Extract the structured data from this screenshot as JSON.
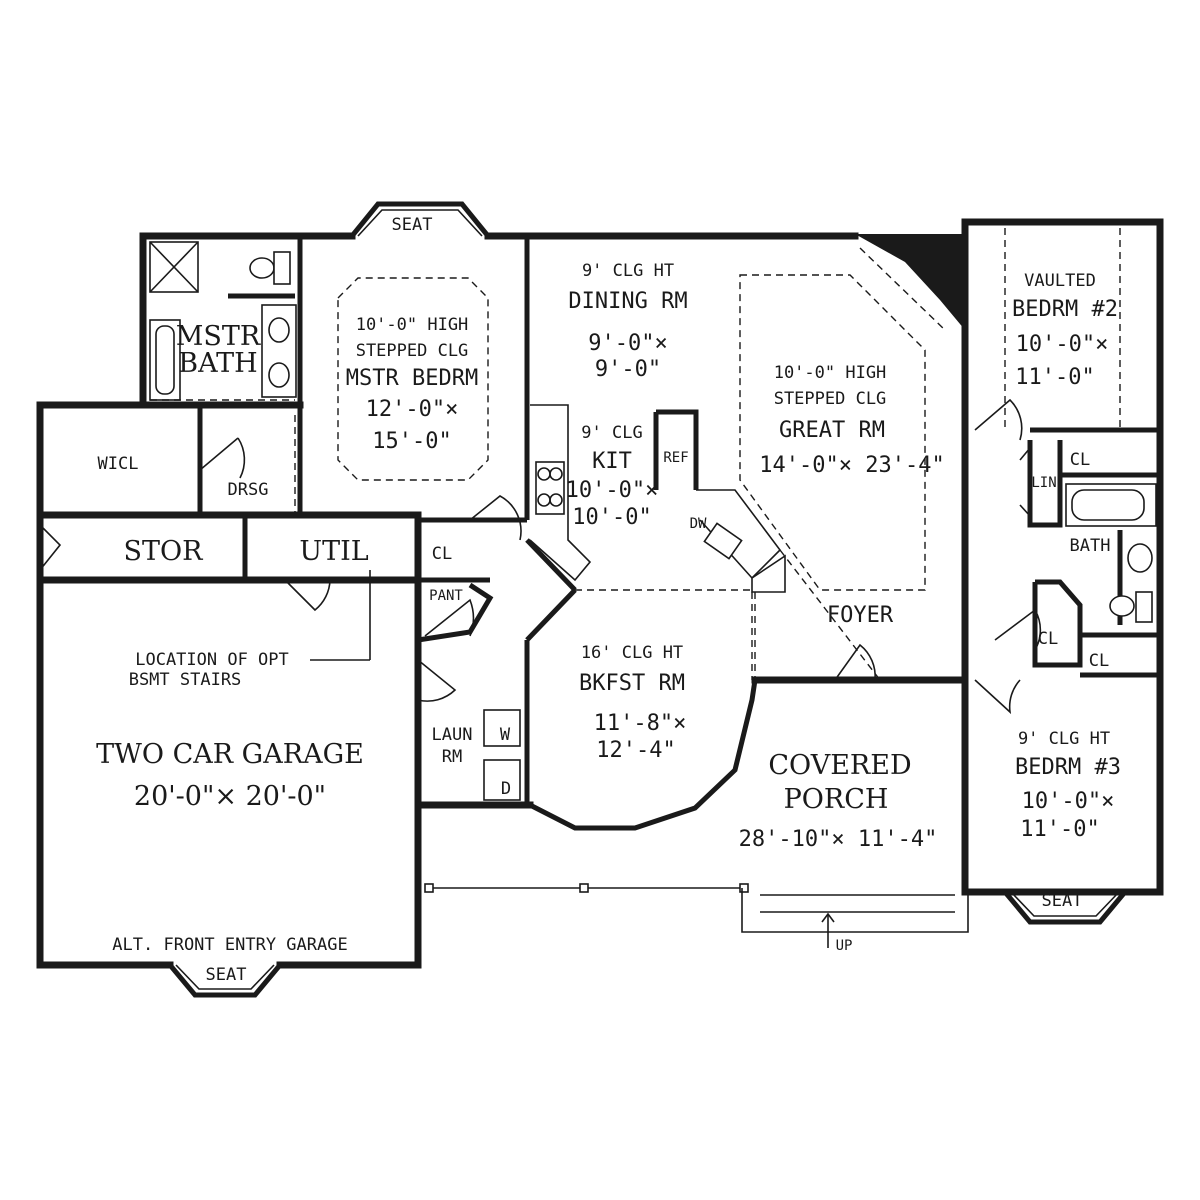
{
  "rooms": {
    "seat_top": "SEAT",
    "mstr_bath": [
      "MSTR",
      "BATH"
    ],
    "mstr_bedrm": {
      "ceiling": [
        "10'-0\" HIGH",
        "STEPPED CLG"
      ],
      "name": "MSTR BEDRM",
      "size": [
        "12'-0\"×",
        "15'-0\""
      ]
    },
    "wicl": "WICL",
    "drsg": "DRSG",
    "stor": "STOR",
    "util": "UTIL",
    "dining": {
      "ceiling": "9' CLG HT",
      "name": "DINING RM",
      "size": [
        "9'-0\"×",
        "9'-0\""
      ]
    },
    "kit": {
      "ceiling": "9' CLG",
      "name": "KIT",
      "size": [
        "10'-0\"×",
        "10'-0\""
      ],
      "ref": "REF",
      "dw": "DW"
    },
    "great": {
      "ceiling": [
        "10'-0\" HIGH",
        "STEPPED CLG"
      ],
      "name": "GREAT RM",
      "size": "14'-0\"× 23'-4\""
    },
    "bedrm2": {
      "ceiling": "VAULTED",
      "name": "BEDRM #2",
      "size": [
        "10'-0\"×",
        "11'-0\""
      ]
    },
    "cl": "CL",
    "lin": "LIN",
    "bath": "BATH",
    "pant": "PANT",
    "foyer": "FOYER",
    "bkfst": {
      "ceiling": "16' CLG HT",
      "name": "BKFST RM",
      "size": [
        "11'-8\"×",
        "12'-4\""
      ]
    },
    "laun": {
      "name": [
        "LAUN",
        "RM"
      ],
      "w": "W",
      "d": "D"
    },
    "garage": {
      "note": [
        "LOCATION OF OPT",
        "BSMT STAIRS"
      ],
      "name": "TWO CAR GARAGE",
      "size": "20'-0\"× 20'-0\"",
      "alt": "ALT. FRONT ENTRY GARAGE",
      "seat": "SEAT"
    },
    "porch": {
      "name": [
        "COVERED",
        "PORCH"
      ],
      "size": "28'-10\"× 11'-4\"",
      "up": "UP"
    },
    "bedrm3": {
      "ceiling": "9' CLG HT",
      "name": "BEDRM #3",
      "size": [
        "10'-0\"×",
        "11'-0\""
      ],
      "seat": "SEAT"
    }
  }
}
